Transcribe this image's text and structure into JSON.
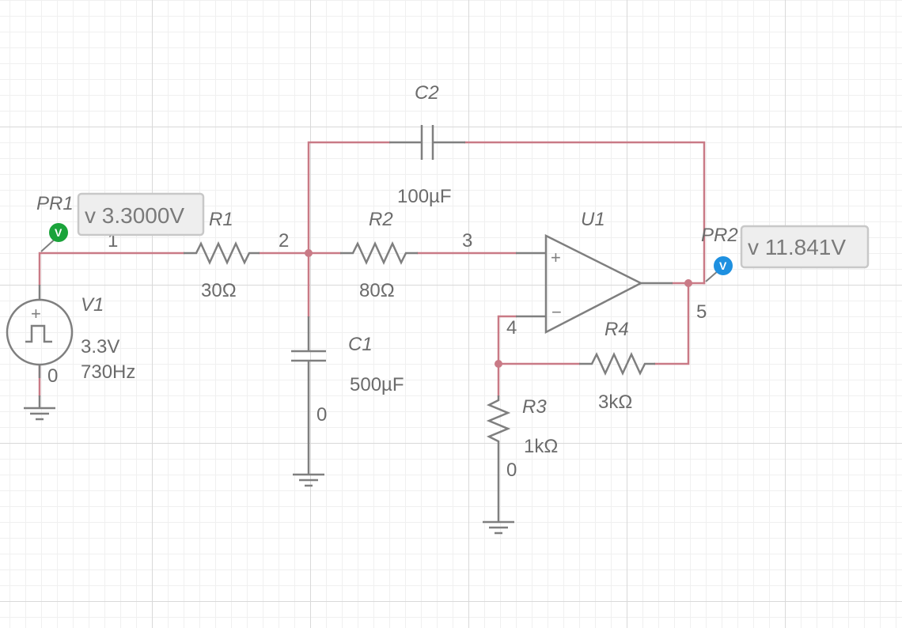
{
  "components": {
    "V1": {
      "name": "V1",
      "amplitude": "3.3V",
      "frequency": "730Hz",
      "plus_sign": "+"
    },
    "R1": {
      "name": "R1",
      "value": "30Ω"
    },
    "R2": {
      "name": "R2",
      "value": "80Ω"
    },
    "R3": {
      "name": "R3",
      "value": "1kΩ"
    },
    "R4": {
      "name": "R4",
      "value": "3kΩ"
    },
    "C1": {
      "name": "C1",
      "value": "500µF"
    },
    "C2": {
      "name": "C2",
      "value": "100µF"
    },
    "U1": {
      "name": "U1",
      "plus": "+",
      "minus": "−"
    }
  },
  "nodes": {
    "n1": "1",
    "n2": "2",
    "n3": "3",
    "n4": "4",
    "n5": "5",
    "gnd_v1": "0",
    "gnd_c1": "0",
    "gnd_r3": "0"
  },
  "probes": {
    "PR1": {
      "name": "PR1",
      "reading": "v 3.3000V",
      "badge": "V",
      "color": "#1aa33a"
    },
    "PR2": {
      "name": "PR2",
      "reading": "v 11.841V",
      "badge": "V",
      "color": "#1e90e0"
    }
  },
  "colors": {
    "wire": "#c97a86",
    "component": "#7f7f7f"
  }
}
